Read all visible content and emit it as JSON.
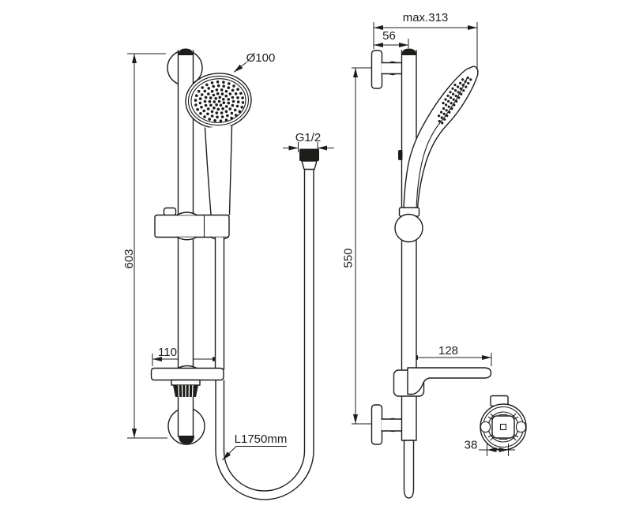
{
  "drawing": {
    "front_view": {
      "head_diameter": "Ø100",
      "hose_thread": "G1/2",
      "rail_height": "603",
      "soap_dish_width": "110",
      "hose_length": "L1750mm"
    },
    "side_view": {
      "max_projection": "max.313",
      "top_bracket_offset": "56",
      "bracket_spacing": "550",
      "soap_dish_projection": "128",
      "bracket_detail_width": "38"
    }
  },
  "colors": {
    "line": "#1d1d1b",
    "background": "#ffffff"
  }
}
